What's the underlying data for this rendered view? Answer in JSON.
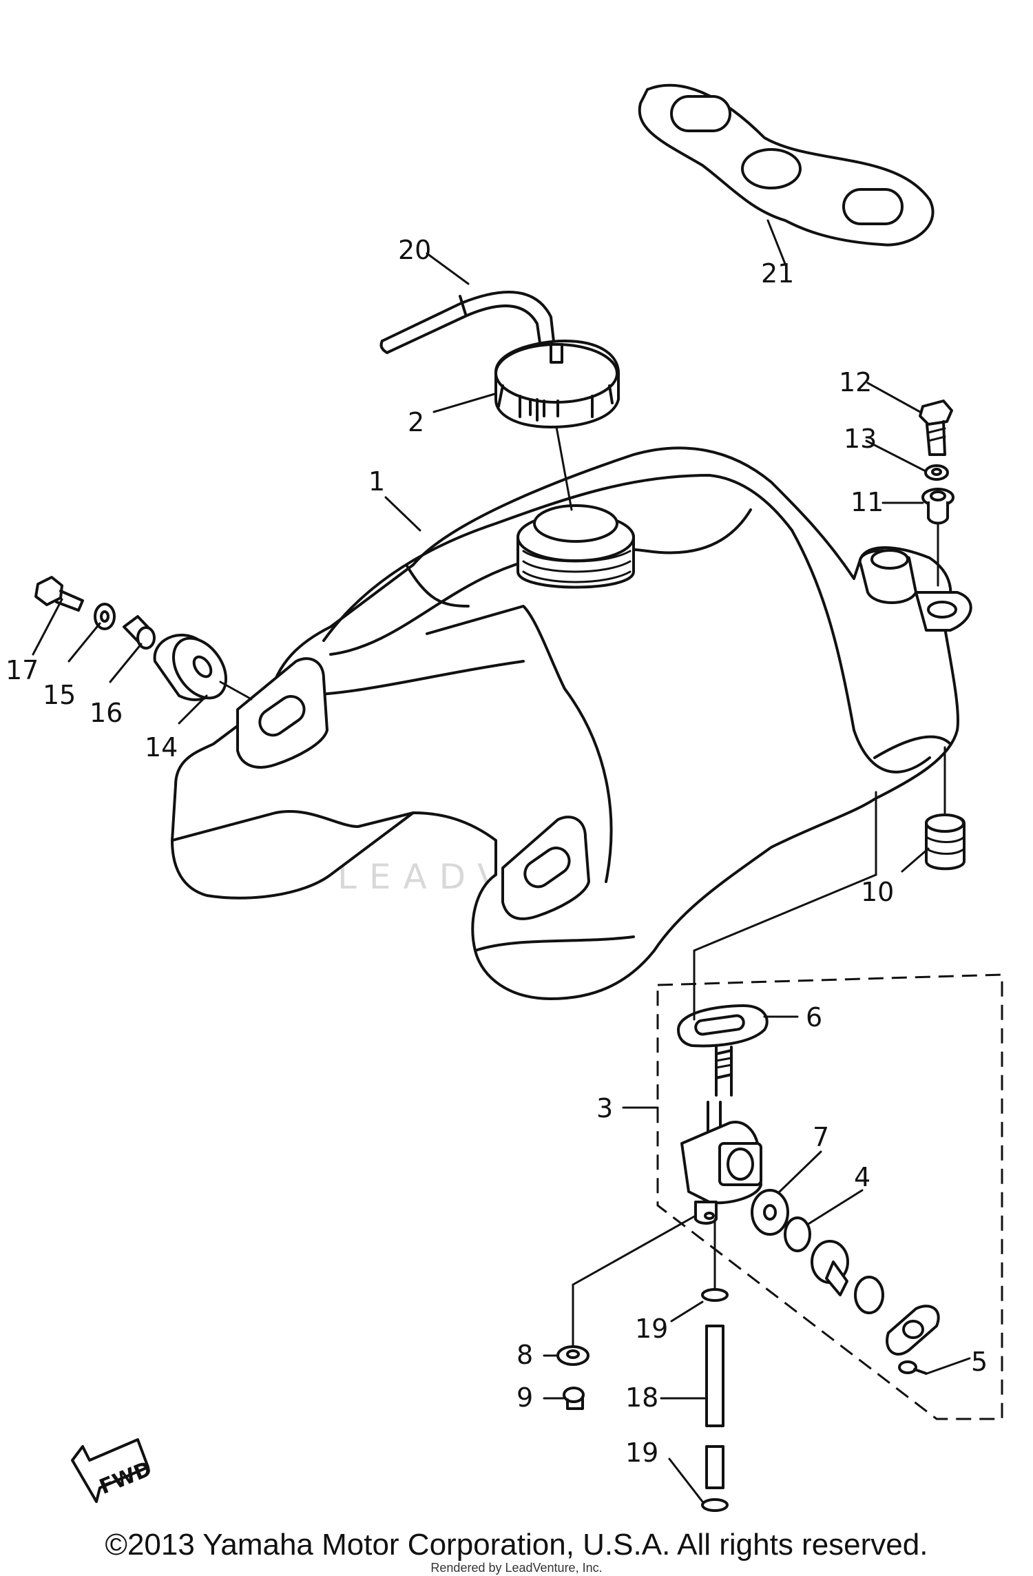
{
  "labels": {
    "p1": "1",
    "p2": "2",
    "p3": "3",
    "p4": "4",
    "p5": "5",
    "p6": "6",
    "p7": "7",
    "p8": "8",
    "p9": "9",
    "p10": "10",
    "p11": "11",
    "p12": "12",
    "p13": "13",
    "p14": "14",
    "p15": "15",
    "p16": "16",
    "p17": "17",
    "p18": "18",
    "p19a": "19",
    "p19b": "19",
    "p20": "20",
    "p21": "21"
  },
  "watermark": "LEADVENTURE",
  "fwd_label": "FWD",
  "copyright": "©2013 Yamaha Motor Corporation, U.S.A. All rights reserved.",
  "rendered_by": "Rendered by LeadVenture, Inc."
}
